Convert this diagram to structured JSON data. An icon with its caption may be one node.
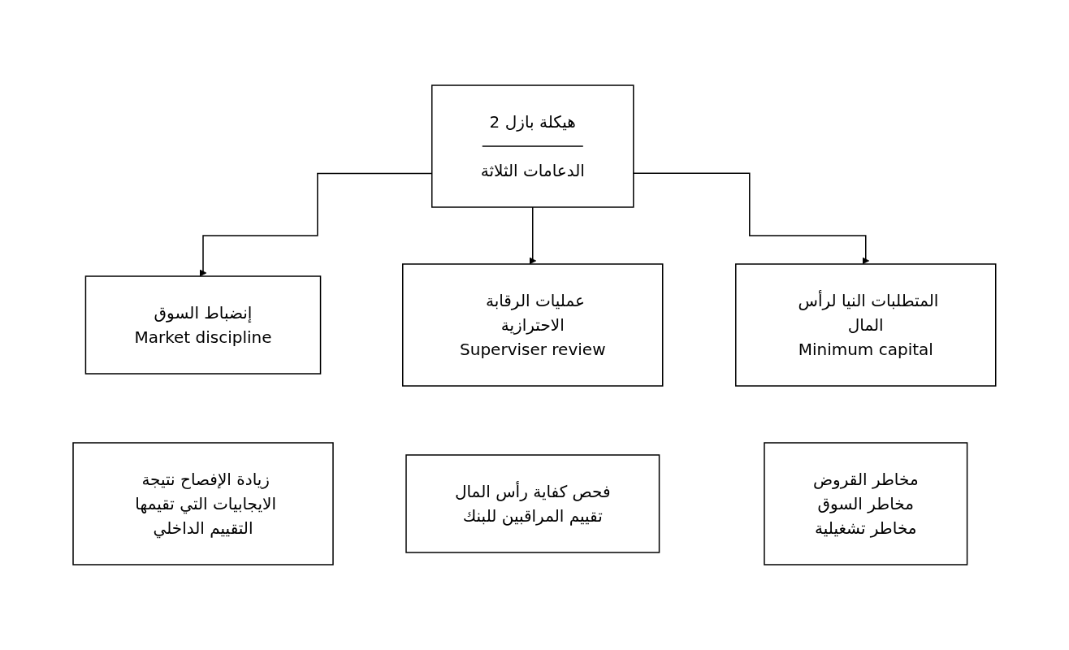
{
  "diagram": {
    "nodes": [
      {
        "text": [
          "هيكلة بازل 2",
          "الدعامات الثلاثة"
        ]
      },
      {
        "text": [
          "إنضباط السوق",
          "Market discipline"
        ]
      },
      {
        "text": [
          "عمليات الرقابة الاحترازية",
          "Superviser review"
        ]
      },
      {
        "text": [
          "المتطلبات النيا لرأس المال",
          "Minimum capital"
        ]
      },
      {
        "text": [
          "زيادة الإفصاح نتيجة الايجابيات التي تقيمها التقييم الداخلي"
        ]
      },
      {
        "text": [
          "فحص كفاية رأس المال",
          "تقييم المراقبين للبنك"
        ]
      },
      {
        "text": [
          "مخاطر القروض",
          "مخاطر السوق",
          "مخاطر تشغيلية"
        ]
      }
    ],
    "edges": [
      {
        "from": 0,
        "to": 1,
        "arrow": "to"
      },
      {
        "from": 0,
        "to": 2,
        "arrow": "to"
      },
      {
        "from": 0,
        "to": 3,
        "arrow": "to"
      }
    ]
  }
}
